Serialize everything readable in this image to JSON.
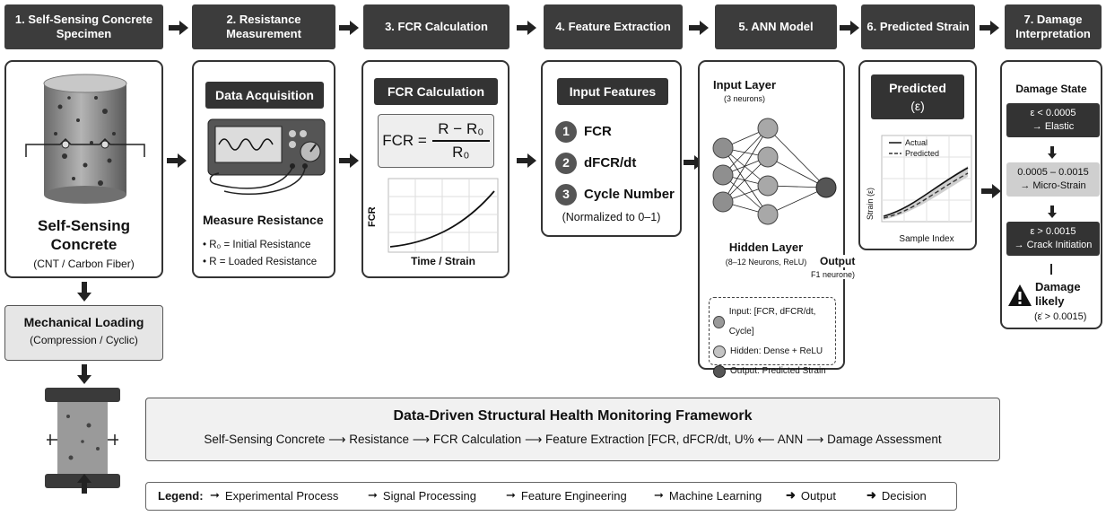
{
  "headers": [
    "1. Self-Sensing Concrete Specimen",
    "2. Resistance Measurement",
    "3. FCR Calculation",
    "4. Feature Extraction",
    "5. ANN Model",
    "6. Predicted Strain",
    "7. Damage Interpretation"
  ],
  "specimen": {
    "title_line1": "Self-Sensing",
    "title_line2": "Concrete",
    "subtitle": "(CNT / Carbon Fiber)"
  },
  "loading": {
    "title": "Mechanical Loading",
    "subtitle": "(Compression / Cyclic)"
  },
  "resistance": {
    "panel_title": "Data Acquisition",
    "heading": "Measure Resistance",
    "items": [
      "R₀ = Initial Resistance",
      "R = Loaded Resistance"
    ]
  },
  "fcr": {
    "panel_title": "FCR Calculation",
    "formula_lhs": "FCR =",
    "numerator": "R − R₀",
    "denominator": "R₀",
    "chart_ylabel": "FCR",
    "chart_xlabel": "Time / Strain"
  },
  "features": {
    "panel_title": "Input Features",
    "items": [
      {
        "n": "1",
        "label": "FCR"
      },
      {
        "n": "2",
        "label": "dFCR/dt"
      },
      {
        "n": "3",
        "label": "Cycle Number"
      }
    ],
    "note": "(Normalized to 0–1)"
  },
  "ann": {
    "input_title": "Input Layer",
    "input_sub": "(3 neurons)",
    "hidden_title": "Hidden Layer",
    "hidden_sub": "(8–12 Neurons, ReLU)",
    "output_title": "Output",
    "output_sub": "F1 neurone)",
    "legend": [
      "Input: [FCR, dFCR/dt, Cycle]",
      "Hidden: Dense + ReLU",
      "Output: Predicted Strain"
    ]
  },
  "predicted": {
    "title_line1": "Predicted",
    "title_line2": "(ε)",
    "legend_actual": "Actual",
    "legend_predicted": "Predicted",
    "ylabel": "Strain (ε)",
    "xlabel": "Sample Index"
  },
  "damage": {
    "title": "Damage State",
    "states": [
      {
        "line1": "ε < 0.0005",
        "line2": "→ Elastic"
      },
      {
        "line1": "0.0005 – 0.0015",
        "line2": "→ Micro-Strain"
      },
      {
        "line1": "ε > 0.0015",
        "line2": "→ Crack Initiation"
      }
    ],
    "warning_line1": "Damage",
    "warning_line2": "likely",
    "warning_cond": "(ε̇ > 0.0015)"
  },
  "framework": {
    "title": "Data-Driven Structural Health Monitoring Framework",
    "flow": "Self-Sensing Concrete ⟶ Resistance ⟶ FCR Calculation ⟶ Feature Extraction [FCR, dFCR/dt, U% ⟵ ANN ⟶ Damage Assessment"
  },
  "legend": {
    "label": "Legend:",
    "items": [
      "Experimental Process",
      "Signal Processing",
      "Feature Engineering",
      "Machine Learning",
      "Output",
      "Decision"
    ]
  }
}
